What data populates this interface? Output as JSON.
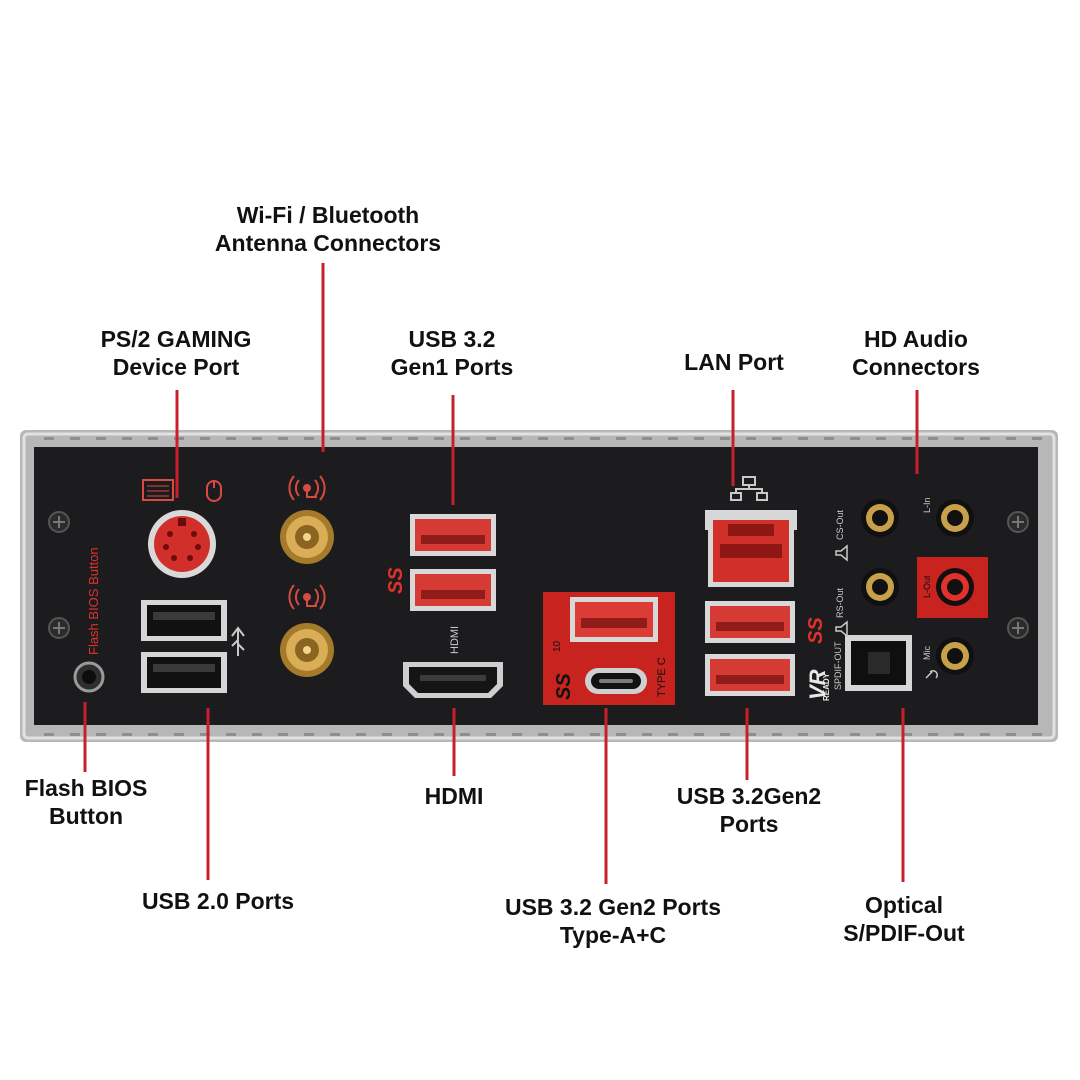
{
  "callouts": {
    "wifi": {
      "line1": "Wi-Fi / Bluetooth",
      "line2": "Antenna Connectors"
    },
    "ps2": {
      "line1": "PS/2 GAMING",
      "line2": "Device Port"
    },
    "usb32g1": {
      "line1": "USB 3.2",
      "line2": "Gen1 Ports"
    },
    "lan": {
      "line1": "LAN Port"
    },
    "audio": {
      "line1": "HD Audio",
      "line2": "Connectors"
    },
    "flash": {
      "line1": "Flash BIOS",
      "line2": "Button"
    },
    "hdmi": {
      "line1": "HDMI"
    },
    "usb32g2": {
      "line1": "USB 3.2Gen2",
      "line2": "Ports"
    },
    "usb20": {
      "line1": "USB 2.0 Ports"
    },
    "typeac": {
      "line1": "USB 3.2 Gen2 Ports",
      "line2": "Type-A+C"
    },
    "optical": {
      "line1": "Optical",
      "line2": "S/PDIF-Out"
    }
  },
  "panel_labels": {
    "flash_bios_vertical": "Flash BIOS Button",
    "hdmi_vertical": "HDMI",
    "type_c": "TYPE C",
    "ss_logo": "SS",
    "ss_ten": "10",
    "vr": "VR",
    "vr_ready": "READY",
    "spdif_out": "SPDIF-OUT",
    "cs_out": "CS-Out",
    "rs_out": "RS-Out",
    "line_in": "L-In",
    "line_out": "L-Out",
    "mic": "Mic"
  },
  "colors": {
    "accent_red": "#d42a24",
    "panel_black": "#1c1c1e",
    "frame_silver": "#b9b9b9",
    "gold": "#c99a3a",
    "leader_line": "#c8202a"
  }
}
